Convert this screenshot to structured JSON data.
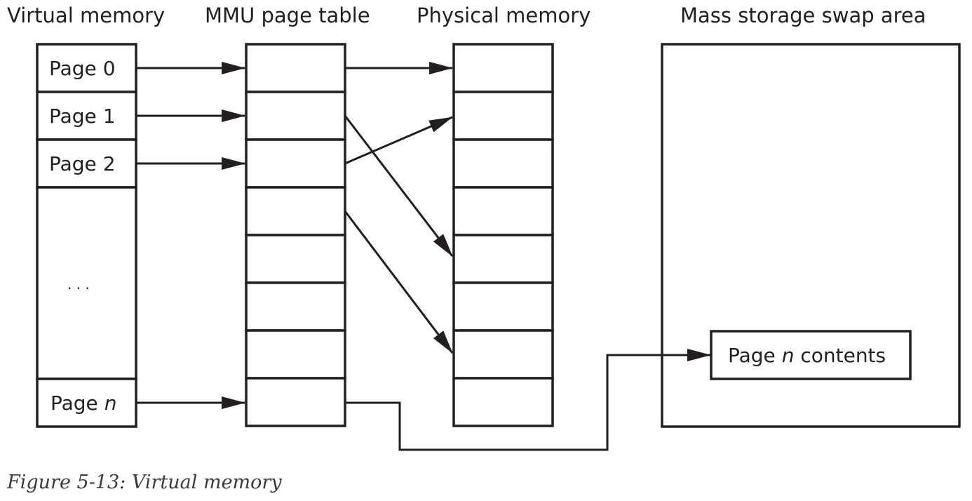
{
  "colors": {
    "ink": "#231f20",
    "background": "#ffffff",
    "caption": "#3a3a3a"
  },
  "columns": {
    "virtual": "Virtual memory",
    "mmu": "MMU page table",
    "physical": "Physical memory",
    "swap": "Mass storage swap area"
  },
  "virtual_pages": [
    {
      "prefix": "Page ",
      "index": "0"
    },
    {
      "prefix": "Page ",
      "index": "1"
    },
    {
      "prefix": "Page ",
      "index": "2"
    },
    {
      "ellipsis": ". . ."
    },
    {
      "prefix": "Page ",
      "index": "n",
      "italic": true
    }
  ],
  "mmu_entry_count": 8,
  "physical_frame_count": 8,
  "swap_page": {
    "prefix": "Page ",
    "index": "n",
    "suffix": " contents"
  },
  "mappings": [
    {
      "virtual_page": 0,
      "mmu_entry": 0,
      "physical_frame": 0
    },
    {
      "virtual_page": 1,
      "mmu_entry": 1,
      "physical_frame": 4
    },
    {
      "virtual_page": 2,
      "mmu_entry": 2,
      "physical_frame": 1
    },
    {
      "virtual_page": null,
      "mmu_entry": 3,
      "physical_frame": 6
    },
    {
      "virtual_page": "n",
      "mmu_entry": 7,
      "target": "swap"
    }
  ],
  "caption": "Figure 5-13: Virtual memory"
}
